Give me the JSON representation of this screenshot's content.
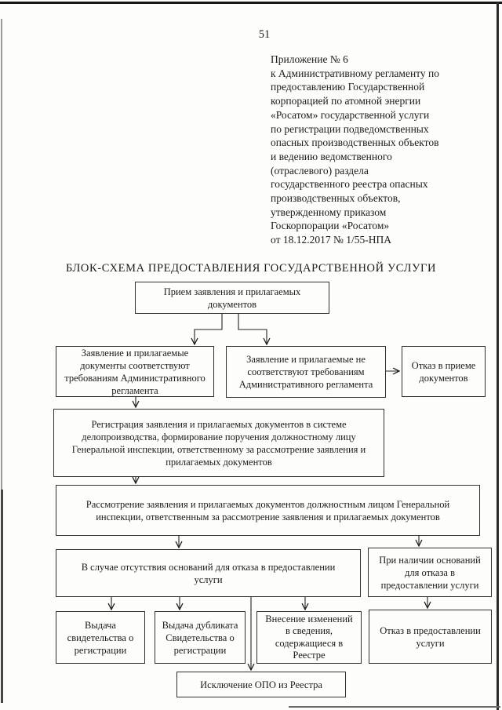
{
  "page": {
    "number": "51",
    "appendix_header": "Приложение № 6\nк Административному регламенту по\nпредоставлению Государственной\nкорпорацией по атомной энергии\n«Росатом» государственной услуги\nпо регистрации подведомственных\nопасных производственных объектов\nи ведению ведомственного\n(отраслевого) раздела\nгосударственного реестра  опасных\nпроизводственных объектов,\nутвержденному приказом\nГоскорпорации «Росатом»\nот 18.12.2017 № 1/55-НПА",
    "title": "БЛОК-СХЕМА ПРЕДОСТАВЛЕНИЯ ГОСУДАРСТВЕННОЙ УСЛУГИ"
  },
  "flowchart": {
    "nodes": {
      "priem": {
        "label": "Прием заявления и прилагаемых\nдокументов"
      },
      "sootv": {
        "label": "Заявление и прилагаемые\nдокументы соответствуют\nтребованиям Административного\nрегламента"
      },
      "nesootv": {
        "label": "Заявление и прилагаемые не\nсоответствуют требованиям\nАдминистративного регламента"
      },
      "otkaz_priem": {
        "label": "Отказ в приеме\nдокументов"
      },
      "registracia": {
        "label": "Регистрация заявления и прилагаемых документов в системе\nделопроизводства, формирование поручения должностному лицу\nГенеральной инспекции, ответственному за рассмотрение заявления и\nприлагаемых документов"
      },
      "rassmotrenie": {
        "label": "Рассмотрение заявления и прилагаемых документов должностным лицом Генеральной\nинспекции, ответственным за рассмотрение заявления и прилагаемых документов"
      },
      "net_osnovanij": {
        "label": "В случае отсутствия оснований для отказа в предоставлении\nуслуги"
      },
      "est_osnovania": {
        "label": "При наличии оснований\nдля отказа в\nпредоставлении услуги"
      },
      "vydacha": {
        "label": "Выдача\nсвидетельства о\nрегистрации"
      },
      "dublikat": {
        "label": "Выдача дубликата\nСвидетельства о\nрегистрации"
      },
      "vnesenie": {
        "label": "Внесение изменений\nв сведения,\nсодержащиеся в\nРеестре"
      },
      "otkaz_usluga": {
        "label": "Отказ в предоставлении\nуслуги"
      },
      "isklyuchenie": {
        "label": "Исключение ОПО из Реестра"
      }
    }
  },
  "colors": {
    "ink": "#1b1b1b",
    "box_border": "#303030",
    "paper": "#fdfdfb"
  }
}
